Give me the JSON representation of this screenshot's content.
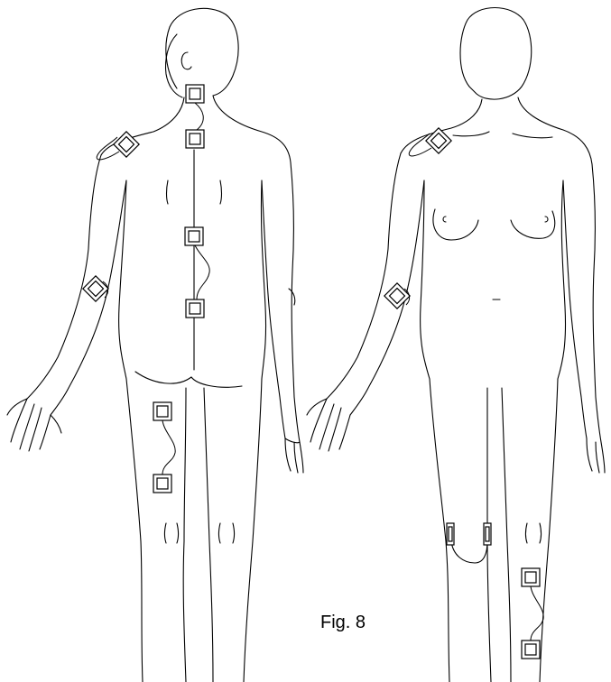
{
  "figure": {
    "caption": "Fig. 8",
    "views": [
      "back",
      "front"
    ],
    "colors": {
      "line": "#000000",
      "background": "#ffffff"
    }
  }
}
